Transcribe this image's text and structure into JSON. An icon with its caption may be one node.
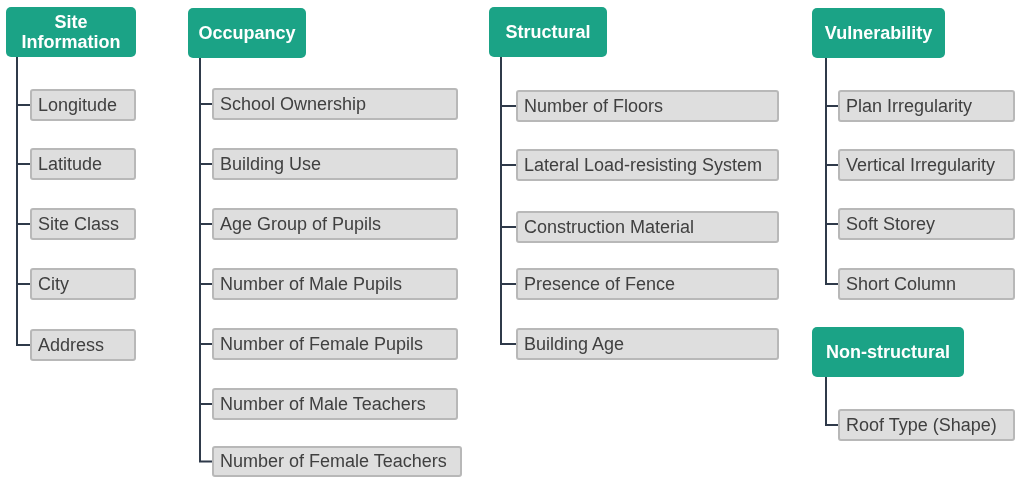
{
  "diagram": {
    "nodes": [
      {
        "text": [
          "Site Information"
        ]
      },
      {
        "text": [
          "Longitude"
        ]
      },
      {
        "text": [
          "Latitude"
        ]
      },
      {
        "text": [
          "Site Class"
        ]
      },
      {
        "text": [
          "City"
        ]
      },
      {
        "text": [
          "Address"
        ]
      },
      {
        "text": [
          "Occupancy"
        ]
      },
      {
        "text": [
          "School Ownership"
        ]
      },
      {
        "text": [
          "Building Use"
        ]
      },
      {
        "text": [
          "Age Group of Pupils"
        ]
      },
      {
        "text": [
          "Number of Male Pupils"
        ]
      },
      {
        "text": [
          "Number of Female Pupils"
        ]
      },
      {
        "text": [
          "Number of Male Teachers"
        ]
      },
      {
        "text": [
          "Number of Female Teachers"
        ]
      },
      {
        "text": [
          "Structural"
        ]
      },
      {
        "text": [
          "Number of Floors"
        ]
      },
      {
        "text": [
          "Lateral Load-resisting System"
        ]
      },
      {
        "text": [
          "Construction Material"
        ]
      },
      {
        "text": [
          "Presence of Fence"
        ]
      },
      {
        "text": [
          "Building Age"
        ]
      },
      {
        "text": [
          "Vulnerability"
        ]
      },
      {
        "text": [
          "Plan Irregularity"
        ]
      },
      {
        "text": [
          "Vertical Irregularity"
        ]
      },
      {
        "text": [
          "Soft Storey"
        ]
      },
      {
        "text": [
          "Short Column"
        ]
      },
      {
        "text": [
          "Non-structural"
        ]
      },
      {
        "text": [
          "Roof Type (Shape)"
        ]
      }
    ],
    "edges": [
      {
        "from": 0,
        "to": 1,
        "arrow": "none"
      },
      {
        "from": 0,
        "to": 2,
        "arrow": "none"
      },
      {
        "from": 0,
        "to": 3,
        "arrow": "none"
      },
      {
        "from": 0,
        "to": 4,
        "arrow": "none"
      },
      {
        "from": 0,
        "to": 5,
        "arrow": "none"
      },
      {
        "from": 6,
        "to": 7,
        "arrow": "none"
      },
      {
        "from": 6,
        "to": 8,
        "arrow": "none"
      },
      {
        "from": 6,
        "to": 9,
        "arrow": "none"
      },
      {
        "from": 6,
        "to": 10,
        "arrow": "none"
      },
      {
        "from": 6,
        "to": 11,
        "arrow": "none"
      },
      {
        "from": 6,
        "to": 12,
        "arrow": "none"
      },
      {
        "from": 6,
        "to": 13,
        "arrow": "none"
      },
      {
        "from": 14,
        "to": 15,
        "arrow": "none"
      },
      {
        "from": 14,
        "to": 16,
        "arrow": "none"
      },
      {
        "from": 14,
        "to": 17,
        "arrow": "none"
      },
      {
        "from": 14,
        "to": 18,
        "arrow": "none"
      },
      {
        "from": 14,
        "to": 19,
        "arrow": "none"
      },
      {
        "from": 20,
        "to": 21,
        "arrow": "none"
      },
      {
        "from": 20,
        "to": 22,
        "arrow": "none"
      },
      {
        "from": 20,
        "to": 23,
        "arrow": "none"
      },
      {
        "from": 20,
        "to": 24,
        "arrow": "none"
      },
      {
        "from": 25,
        "to": 26,
        "arrow": "none"
      }
    ]
  }
}
